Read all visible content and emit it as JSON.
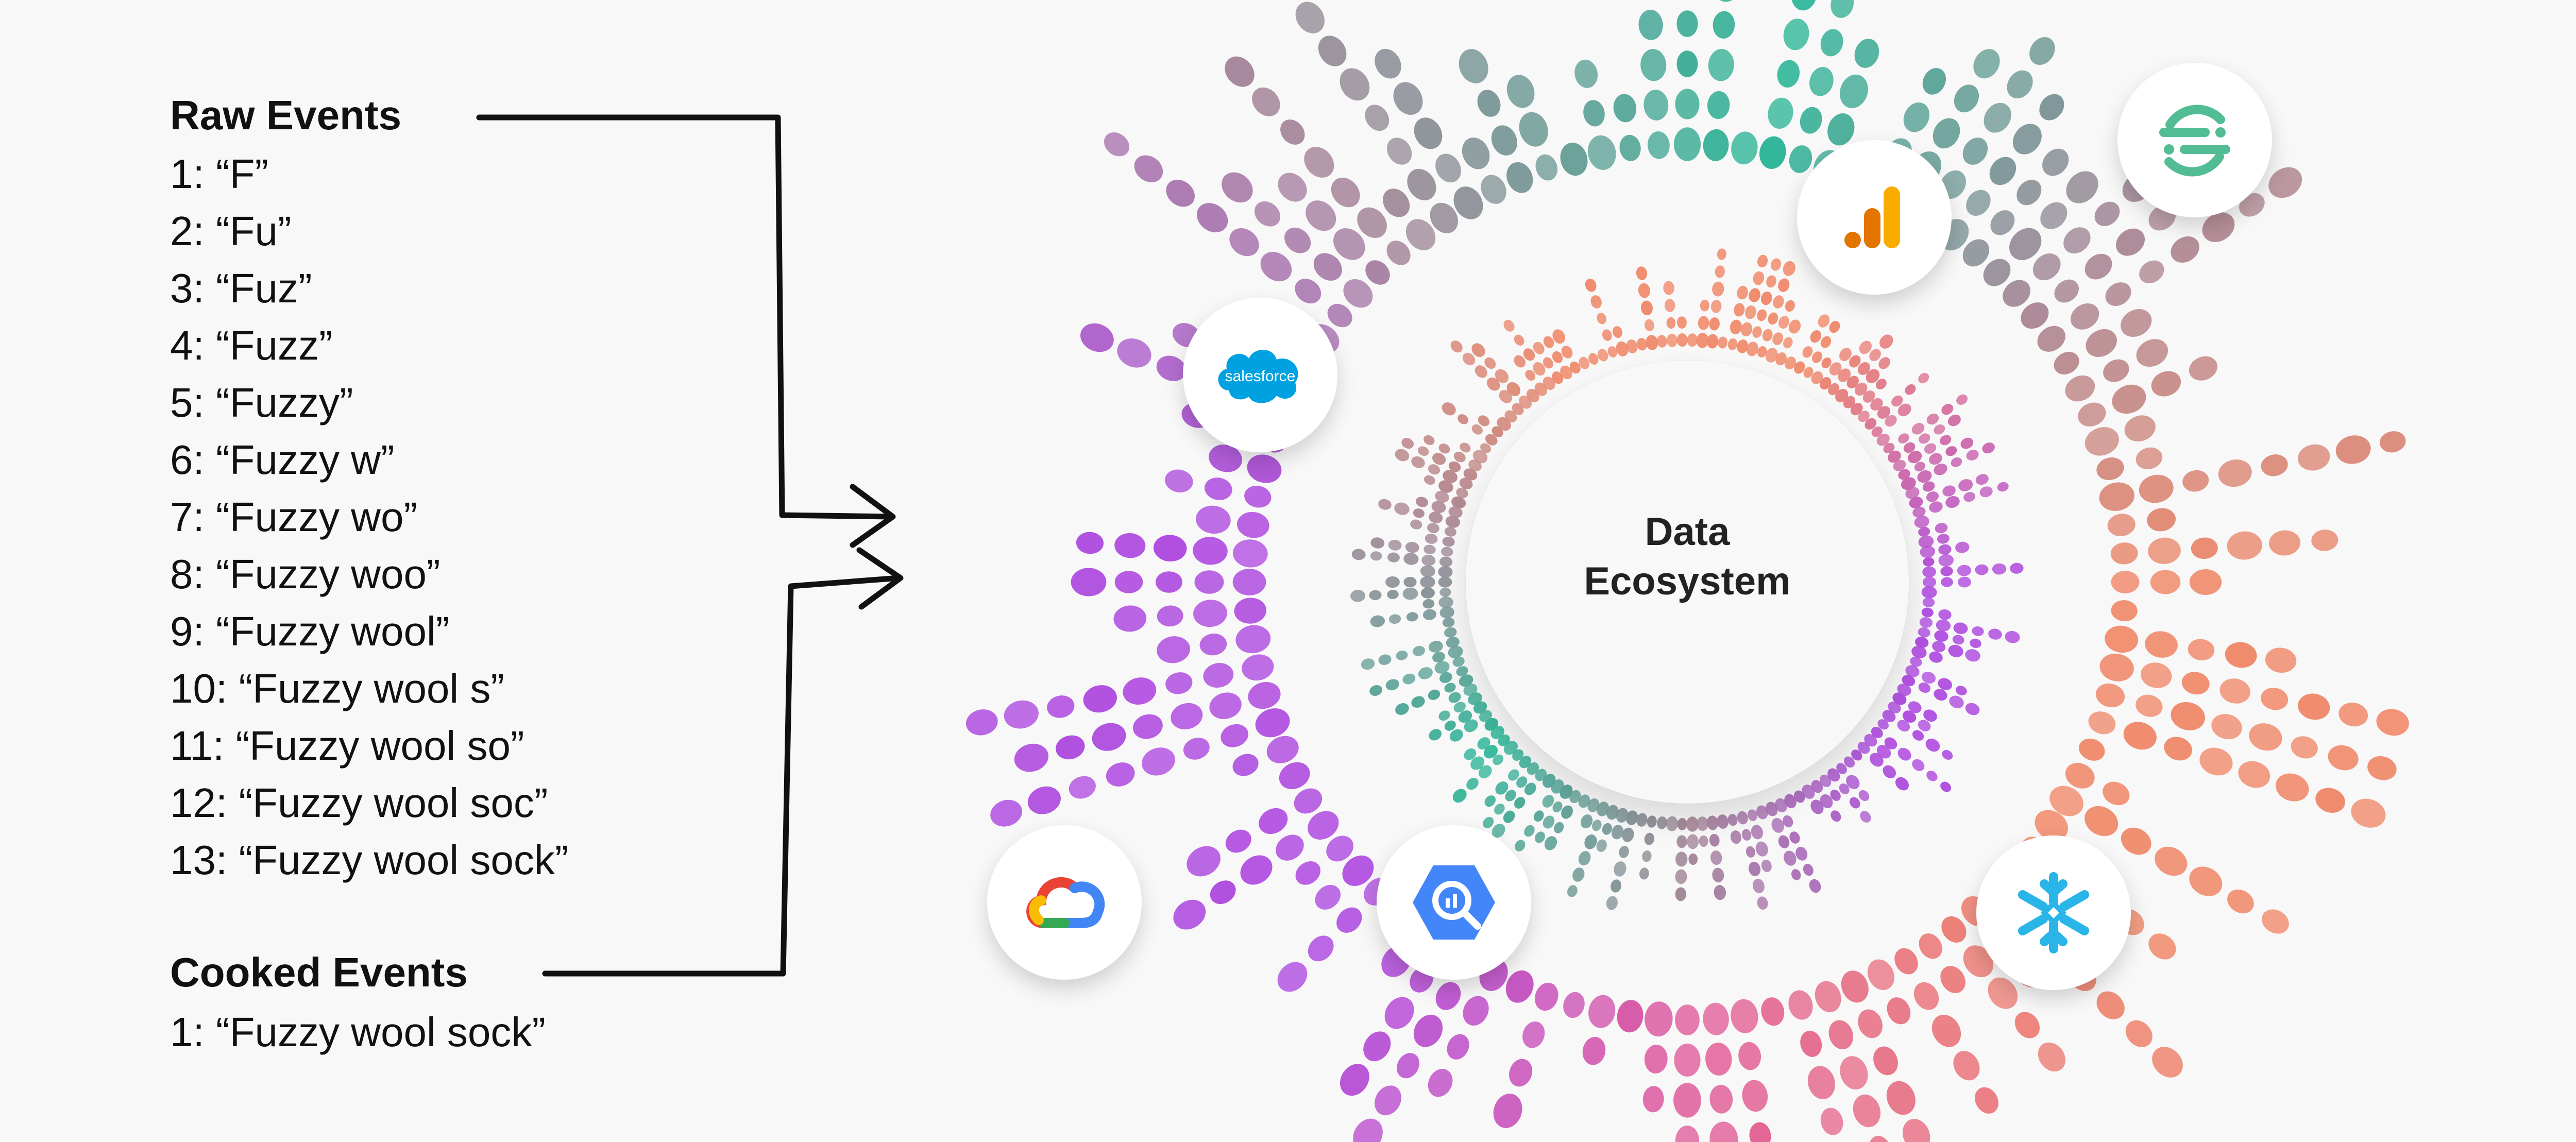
{
  "raw_events": {
    "heading": "Raw Events",
    "items": [
      "1: “F”",
      "2: “Fu”",
      "3: “Fuz”",
      "4: “Fuzz”",
      "5: “Fuzzy”",
      "6: “Fuzzy w”",
      "7: “Fuzzy wo”",
      "8: “Fuzzy woo”",
      "9: “Fuzzy wool”",
      "10: “Fuzzy wool s”",
      "11: “Fuzzy wool so”",
      "12: “Fuzzy wool soc”",
      "13: “Fuzzy wool sock”"
    ]
  },
  "cooked_events": {
    "heading": "Cooked Events",
    "items": [
      "1: “Fuzzy wool sock”"
    ]
  },
  "hub": {
    "line1": "Data",
    "line2": "Ecosystem"
  },
  "logos": {
    "salesforce": {
      "icon": "salesforce-logo",
      "text": "salesforce",
      "color": "#00a1e0"
    },
    "google_analytics": {
      "icon": "google-analytics-logo"
    },
    "segment": {
      "icon": "segment-logo",
      "color": "#52bd94"
    },
    "google_cloud": {
      "icon": "google-cloud-logo"
    },
    "bigquery": {
      "icon": "bigquery-logo",
      "color": "#4386fa"
    },
    "snowflake": {
      "icon": "snowflake-logo",
      "color": "#29b5e8"
    }
  },
  "palette": {
    "purple": "#b04fe0",
    "teal": "#2eb89a",
    "salmon": "#f08c6e",
    "pink": "#e0609e",
    "mauve": "#a78a9a"
  }
}
